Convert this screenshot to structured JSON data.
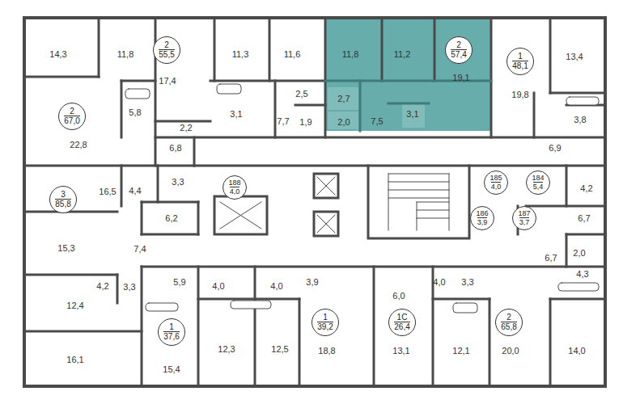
{
  "diagram": {
    "nodes": [
      {
        "text": [
          "2",
          "55,5"
        ]
      },
      {
        "text": [
          "2",
          "57,4"
        ]
      },
      {
        "text": [
          "1",
          "48,1"
        ]
      },
      {
        "text": [
          "2",
          "67,0"
        ]
      },
      {
        "text": [
          "188",
          "4,0"
        ]
      },
      {
        "text": [
          "185",
          "4,0"
        ]
      },
      {
        "text": [
          "184",
          "5,4"
        ]
      },
      {
        "text": [
          "3",
          "85,8"
        ]
      },
      {
        "text": [
          "186",
          "3,9"
        ]
      },
      {
        "text": [
          "187",
          "3,7"
        ]
      },
      {
        "text": [
          "1",
          "39,2"
        ]
      },
      {
        "text": [
          "1С",
          "26,4"
        ]
      },
      {
        "text": [
          "2",
          "65,8"
        ]
      },
      {
        "text": [
          "1",
          "37,6"
        ]
      }
    ],
    "labels": [
      "14,3",
      "11,8",
      "17,4",
      "11,3",
      "11,6",
      "11,8",
      "11,2",
      "19,1",
      "19,8",
      "13,4",
      "5,8",
      "2,2",
      "3,1",
      "2,5",
      "7,7",
      "1,9",
      "2,7",
      "2,0",
      "7,5",
      "3,1",
      "3,8",
      "6,9",
      "22,8",
      "6,8",
      "4,2",
      "16,5",
      "4,4",
      "3,3",
      "6,2",
      "6,7",
      "15,3",
      "7,4",
      "6,7",
      "2,0",
      "4,3",
      "4,2",
      "3,3",
      "5,9",
      "4,0",
      "4,0",
      "3,9",
      "6,0",
      "4,0",
      "3,3",
      "12,4",
      "16,1",
      "15,4",
      "12,3",
      "12,5",
      "18,8",
      "13,1",
      "12,1",
      "20,0",
      "14,0"
    ]
  }
}
